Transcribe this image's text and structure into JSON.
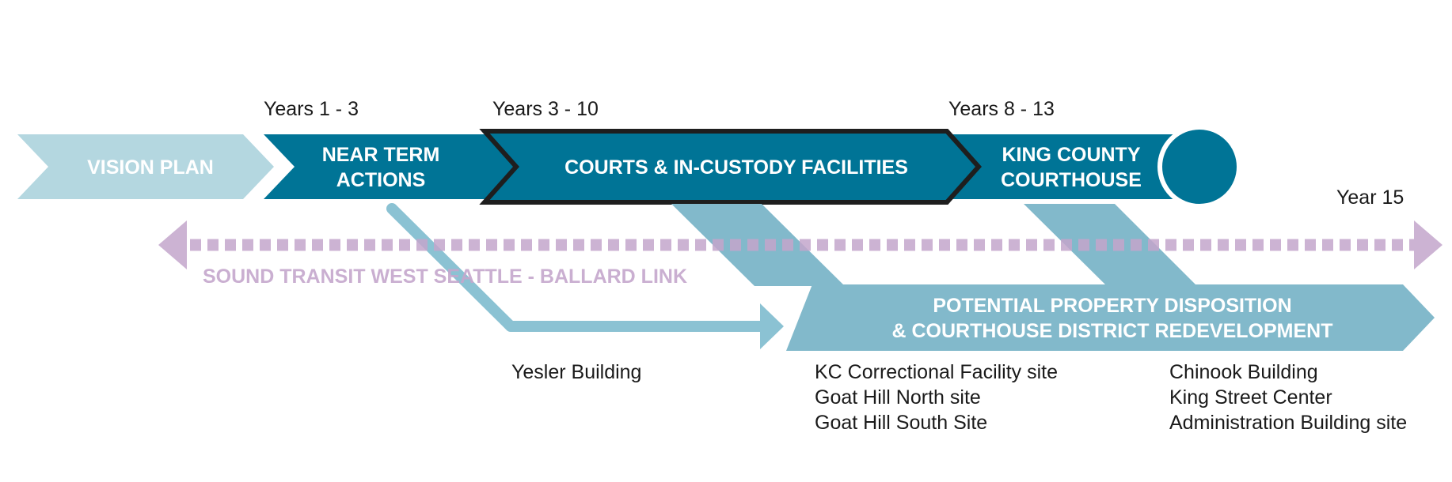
{
  "colors": {
    "light_blue": "#b4d7e0",
    "teal": "#007496",
    "mid_blue": "#82b9cb",
    "arrow_blue": "#8bc2d3",
    "purple": "#c4a6cc",
    "outline": "#1e1e1e",
    "text_dark": "#1a1a1a"
  },
  "phases": {
    "vision_plan": "VISION PLAN",
    "near_term_line1": "NEAR TERM",
    "near_term_line2": "ACTIONS",
    "courts": "COURTS & IN-CUSTODY FACILITIES",
    "kc_courthouse_line1": "KING COUNTY",
    "kc_courthouse_line2": "COURTHOUSE"
  },
  "years": {
    "near_term": "Years 1 - 3",
    "courts": "Years 3 - 10",
    "courthouse": "Years 8 - 13",
    "end": "Year 15"
  },
  "transit": {
    "label": "SOUND TRANSIT WEST SEATTLE - BALLARD LINK"
  },
  "disposition": {
    "line1": "POTENTIAL PROPERTY DISPOSITION",
    "line2": "& COURTHOUSE DISTRICT REDEVELOPMENT"
  },
  "sites": {
    "near_term": [
      "Yesler Building"
    ],
    "courts": [
      "KC Correctional Facility site",
      "Goat Hill North site",
      "Goat Hill South Site"
    ],
    "courthouse": [
      "Chinook Building",
      "King Street Center",
      "Administration Building site"
    ]
  }
}
